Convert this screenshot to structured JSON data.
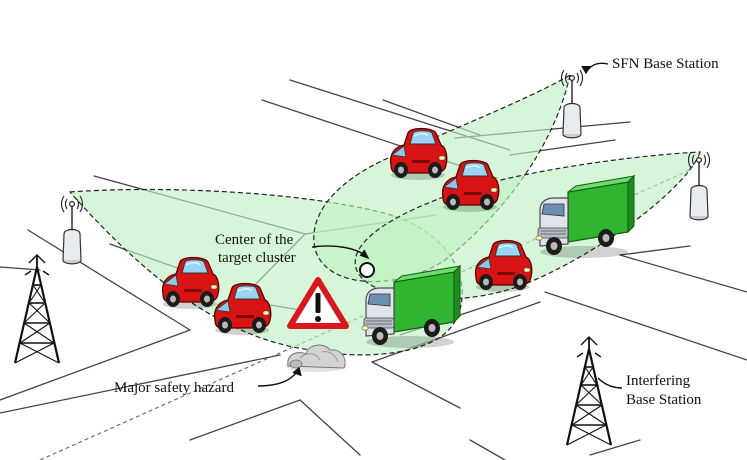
{
  "labels": {
    "sfn_base_station": "SFN Base Station",
    "center_line1": "Center of the",
    "center_line2": "target cluster",
    "hazard": "Major safety hazard",
    "interfering_line1": "Interfering",
    "interfering_line2": "Base Station"
  },
  "colors": {
    "beam_fill": "#bff0c2",
    "beam_stroke": "#222222",
    "road": "#444444",
    "car_body": "#d81313",
    "truck_cargo": "#2fb52f",
    "truck_cab": "#dfe4ea",
    "warning_red": "#d7191f",
    "tower": "#111111"
  },
  "icons": {
    "car": "car-icon",
    "truck": "truck-icon",
    "antenna": "antenna-icon",
    "lattice_tower": "lattice-tower-icon",
    "warning": "warning-triangle-icon",
    "rocks": "rock-pile-icon"
  }
}
